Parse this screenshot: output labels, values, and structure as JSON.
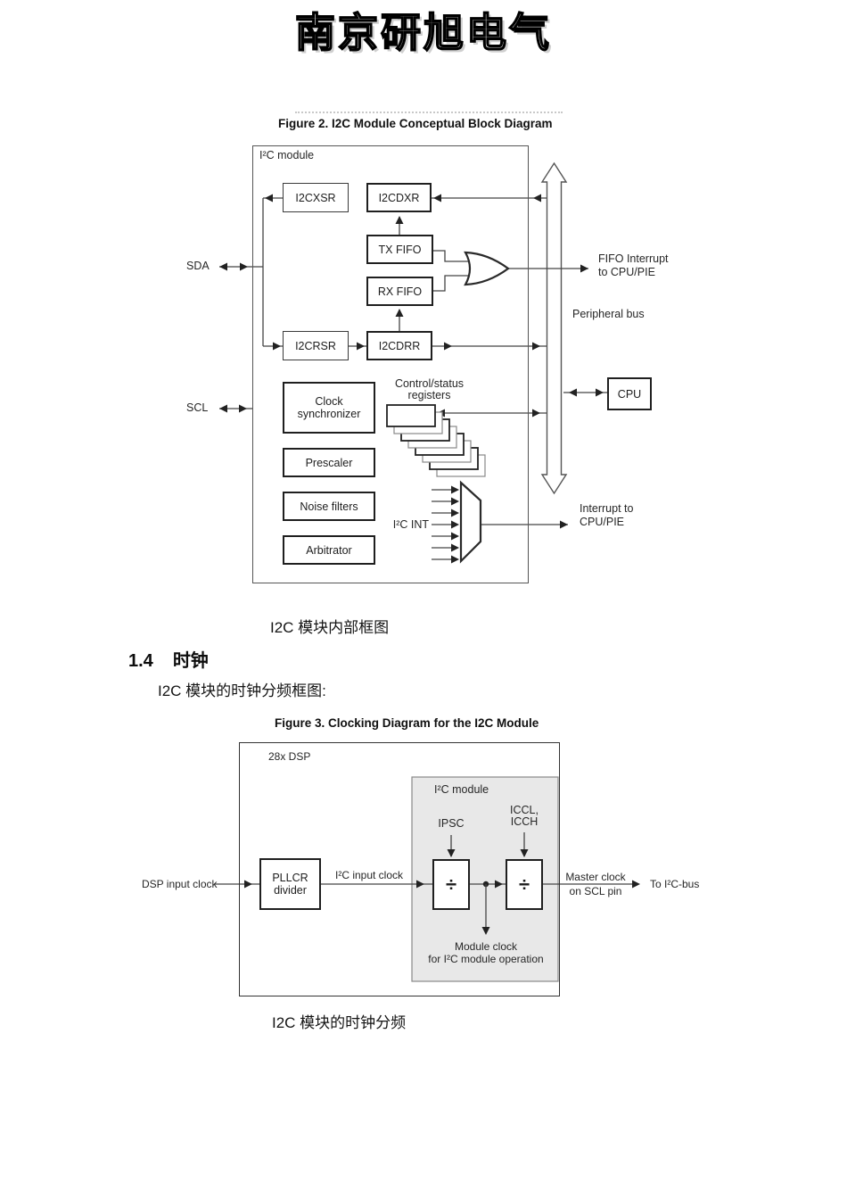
{
  "brand": {
    "title": "南京研旭电气"
  },
  "fig2": {
    "title": "Figure 2. I2C Module Conceptual Block Diagram",
    "caption": "I2C 模块内部框图",
    "module_label": "I²C module",
    "boxes": {
      "i2cxsr": "I2CXSR",
      "i2cdxr": "I2CDXR",
      "tx_fifo": "TX FIFO",
      "rx_fifo": "RX FIFO",
      "i2crsr": "I2CRSR",
      "i2cdrr": "I2CDRR",
      "clock_synchronizer": "Clock synchronizer",
      "prescaler": "Prescaler",
      "noise_filters": "Noise filters",
      "arbitrator": "Arbitrator",
      "cpu": "CPU"
    },
    "labels": {
      "sda": "SDA",
      "scl": "SCL",
      "control_status_registers": "Control/status\nregisters",
      "i2c_int": "I²C INT",
      "fifo_interrupt": "FIFO Interrupt\nto CPU/PIE",
      "peripheral_bus": "Peripheral bus",
      "interrupt_to_cpu": "Interrupt to\nCPU/PIE"
    }
  },
  "section": {
    "number": "1.4",
    "title": "时钟",
    "intro": "I2C 模块的时钟分频框图:"
  },
  "fig3": {
    "title": "Figure 3. Clocking Diagram for the I2C Module",
    "caption": "I2C 模块的时钟分频",
    "labels": {
      "dsp": "28x DSP",
      "module": "I²C module",
      "ipsc": "IPSC",
      "iccl_icch": "ICCL,\nICCH",
      "dsp_input_clock": "DSP input clock",
      "i2c_input_clock": "I²C input clock",
      "master_clock": "Master clock\non SCL pin",
      "to_i2c_bus": "To I²C-bus",
      "module_clock": "Module clock\nfor I²C module operation",
      "divide_symbol": "÷"
    },
    "boxes": {
      "pllcr_divider": "PLLCR\ndivider"
    }
  }
}
